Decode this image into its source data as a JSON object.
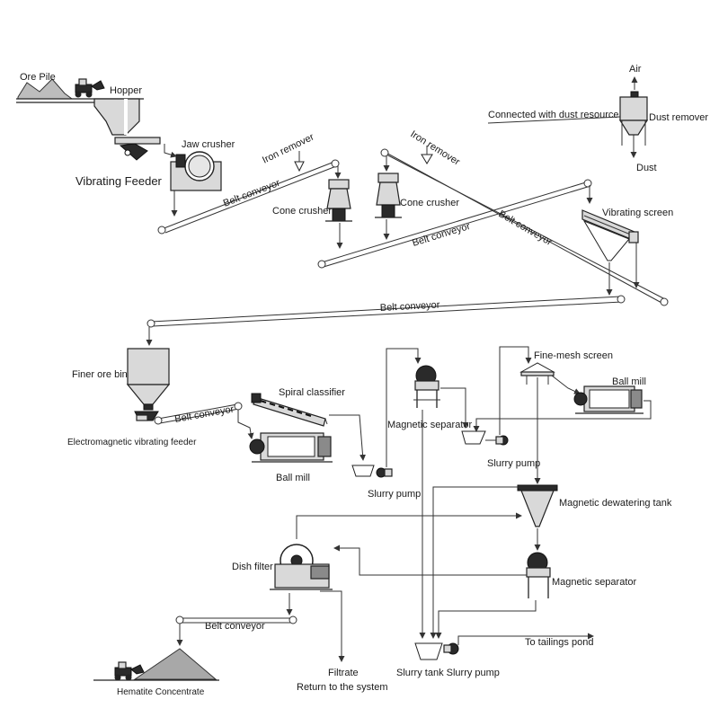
{
  "labels": {
    "ore_pile": "Ore Pile",
    "hopper": "Hopper",
    "jaw_crusher": "Jaw crusher",
    "vibrating_feeder": "Vibrating Feeder",
    "iron_remover_1": "Iron remover",
    "iron_remover_2": "Iron remover",
    "belt_conveyor_1": "Belt conveyor",
    "cone_crusher_1": "Cone crusher",
    "cone_crusher_2": "Cone crusher",
    "belt_conveyor_2": "Belt conveyor",
    "belt_conveyor_3": "Belt conveyor",
    "air": "Air",
    "connected_dust": "Connected with dust resource",
    "dust_remover": "Dust remover",
    "dust": "Dust",
    "vibrating_screen": "Vibrating screen",
    "belt_conveyor_4": "Belt conveyor",
    "finer_ore_bin": "Finer ore bin",
    "belt_conveyor_5": "Belt conveyor",
    "electromagnetic_feeder": "Electromagnetic vibrating feeder",
    "spiral_classifier": "Spiral classifier",
    "ball_mill_1": "Ball mill",
    "slurry_pump_1": "Slurry pump",
    "magnetic_separator_1": "Magnetic separator",
    "fine_mesh_screen": "Fine-mesh screen",
    "ball_mill_2": "Ball mill",
    "slurry_pump_2": "Slurry pump",
    "magnetic_dewatering_tank": "Magnetic dewatering tank",
    "dish_filter": "Dish filter",
    "magnetic_separator_2": "Magnetic separator",
    "belt_conveyor_6": "Belt conveyor",
    "to_tailings_pond": "To tailings pond",
    "hematite_concentrate": "Hematite Concentrate",
    "filtrate_line1": "Filtrate",
    "filtrate_line2": "Return to the system",
    "slurry_tank_pump": "Slurry tank Slurry pump"
  }
}
